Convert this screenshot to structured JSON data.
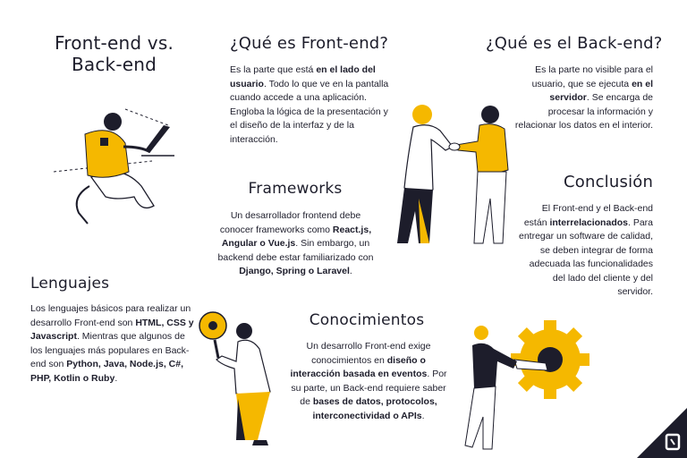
{
  "title": {
    "line1": "Front-end vs.",
    "line2": "Back-end"
  },
  "frontend": {
    "heading": "¿Qué es Front-end?",
    "t1": "Es la parte que está ",
    "b1": "en el lado del usuario",
    "t2": ". Todo lo que ve en la pantalla cuando accede a una aplicación. Engloba la lógica de la presentación y el diseño de la interfaz y de la interacción."
  },
  "backend": {
    "heading": "¿Qué es el Back-end?",
    "t1": "Es la parte no visible para el usuario, que se ejecuta ",
    "b1": "en el servidor",
    "t2": ". Se encarga de procesar la información y relacionar los datos en el interior."
  },
  "frameworks": {
    "heading": "Frameworks",
    "t1": "Un desarrollador frontend debe conocer frameworks como ",
    "b1": "React.js, Angular o Vue.js",
    "t2": ". Sin embargo, un backend debe estar familiarizado con ",
    "b2": "Django, Spring o Laravel",
    "t3": "."
  },
  "conclusion": {
    "heading": "Conclusión",
    "t1": "El Front-end y el Back-end están ",
    "b1": "interrelacionados",
    "t2": ". Para entregar un software de calidad, se deben integrar de forma adecuada las funcionalidades del lado del cliente y del servidor."
  },
  "languages": {
    "heading": "Lenguajes",
    "t1": "Los lenguajes básicos para realizar un desarrollo Front-end son ",
    "b1": "HTML, CSS y Javascript",
    "t2": ". Mientras que algunos de los lenguajes más populares en Back-end son ",
    "b2": "Python, Java, Node.js, C#, PHP, Kotlin o Ruby",
    "t3": "."
  },
  "knowledge": {
    "heading": "Conocimientos",
    "t1": "Un desarrollo Front-end exige conocimientos en ",
    "b1": "diseño o interacción basada en eventos",
    "t2": ". Por su parte, un Back-end requiere saber de ",
    "b2": "bases de datos, protocolos, interconectividad o APIs",
    "t3": "."
  },
  "colors": {
    "accent": "#f5b800",
    "dark": "#1d1d2b",
    "text": "#1d1d2b"
  },
  "icons": [
    "person-laptop-illustration",
    "handshake-illustration",
    "magnifier-woman-illustration",
    "gear-wrench-illustration",
    "brand-logo-icon"
  ]
}
